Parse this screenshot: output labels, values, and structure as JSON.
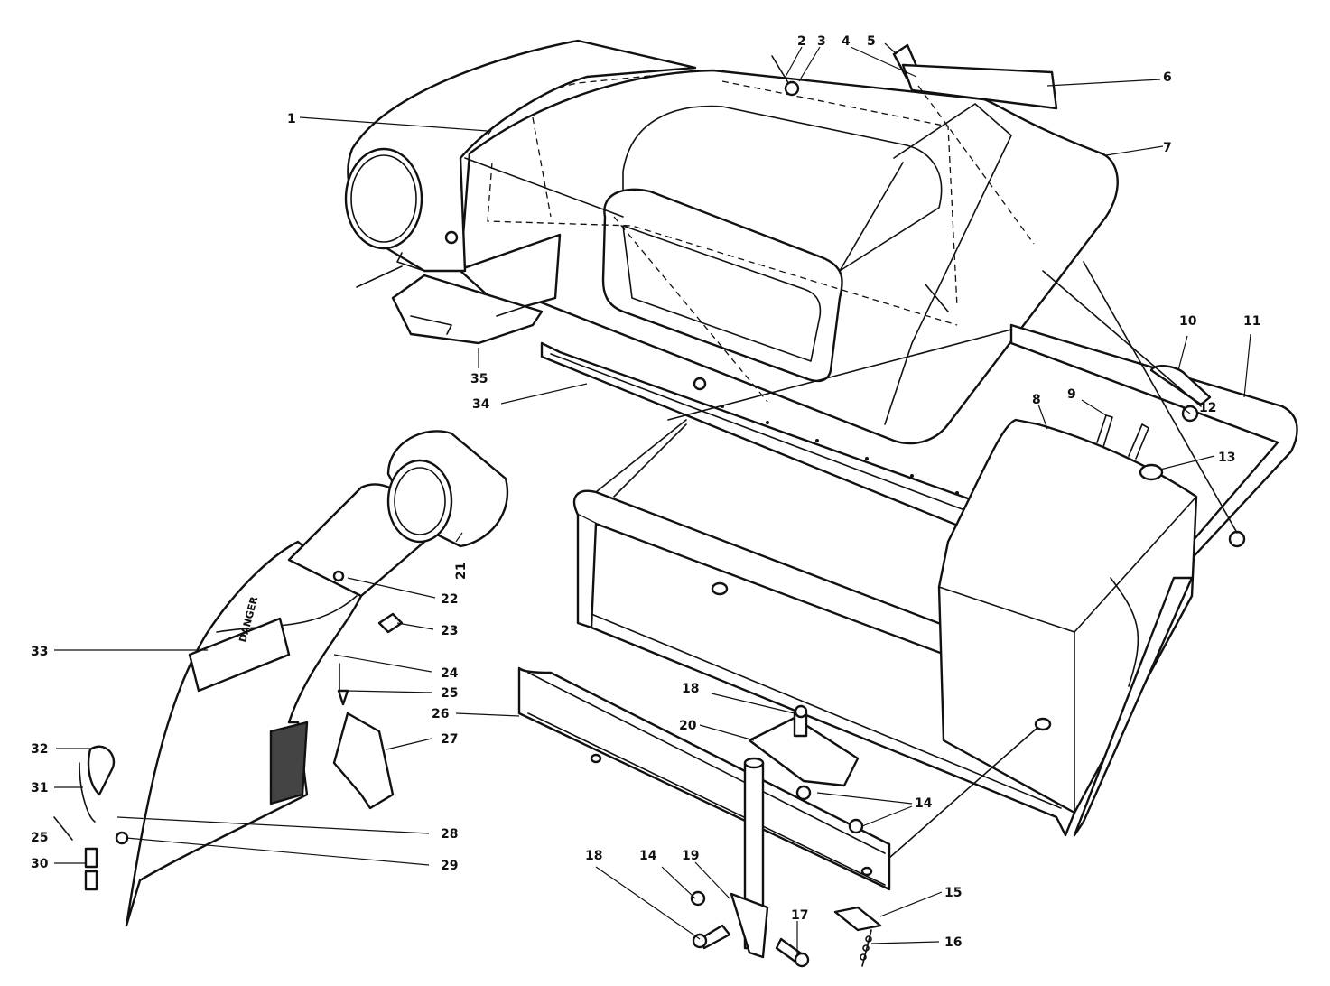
{
  "diagram": {
    "decal_label": "DANGER",
    "callouts": [
      {
        "id": "c1",
        "label": "1"
      },
      {
        "id": "c2",
        "label": "2"
      },
      {
        "id": "c3",
        "label": "3"
      },
      {
        "id": "c4",
        "label": "4"
      },
      {
        "id": "c5",
        "label": "5"
      },
      {
        "id": "c6",
        "label": "6"
      },
      {
        "id": "c7",
        "label": "7"
      },
      {
        "id": "c8",
        "label": "8"
      },
      {
        "id": "c9",
        "label": "9"
      },
      {
        "id": "c10",
        "label": "10"
      },
      {
        "id": "c11",
        "label": "11"
      },
      {
        "id": "c12",
        "label": "12"
      },
      {
        "id": "c13",
        "label": "13"
      },
      {
        "id": "c14a",
        "label": "14"
      },
      {
        "id": "c14b",
        "label": "14"
      },
      {
        "id": "c15",
        "label": "15"
      },
      {
        "id": "c16",
        "label": "16"
      },
      {
        "id": "c17",
        "label": "17"
      },
      {
        "id": "c18a",
        "label": "18"
      },
      {
        "id": "c18b",
        "label": "18"
      },
      {
        "id": "c19",
        "label": "19"
      },
      {
        "id": "c20",
        "label": "20"
      },
      {
        "id": "c21",
        "label": "21"
      },
      {
        "id": "c22",
        "label": "22"
      },
      {
        "id": "c23",
        "label": "23"
      },
      {
        "id": "c24",
        "label": "24"
      },
      {
        "id": "c25a",
        "label": "25"
      },
      {
        "id": "c25b",
        "label": "25"
      },
      {
        "id": "c26",
        "label": "26"
      },
      {
        "id": "c27",
        "label": "27"
      },
      {
        "id": "c28",
        "label": "28"
      },
      {
        "id": "c29",
        "label": "29"
      },
      {
        "id": "c30",
        "label": "30"
      },
      {
        "id": "c31",
        "label": "31"
      },
      {
        "id": "c32",
        "label": "32"
      },
      {
        "id": "c33",
        "label": "33"
      },
      {
        "id": "c34",
        "label": "34"
      },
      {
        "id": "c35",
        "label": "35"
      }
    ]
  }
}
